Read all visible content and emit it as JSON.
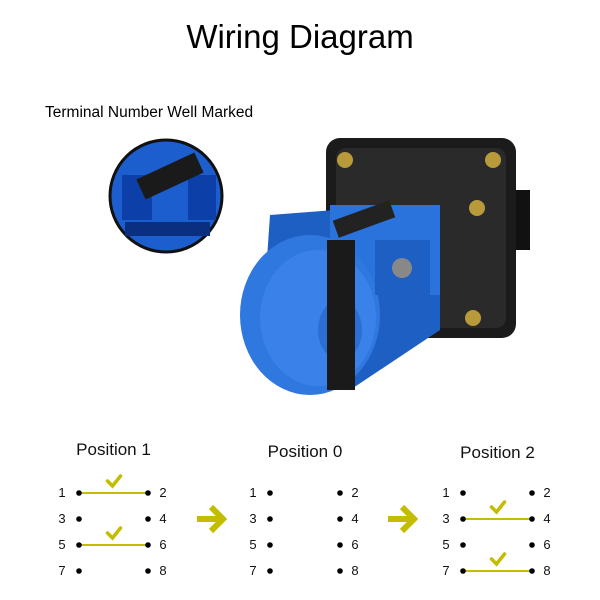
{
  "title": "Wiring Diagram",
  "subtitle": "Terminal Number Well Marked",
  "colors": {
    "accent": "#c4bc00",
    "switch_blue": "#2a6fd6",
    "housing": "#1a1a1a"
  },
  "terminal_labels": [
    "1",
    "2",
    "3",
    "4"
  ],
  "positions": [
    {
      "label": "Position 1",
      "connections": [
        [
          1,
          2
        ],
        [
          5,
          6
        ]
      ]
    },
    {
      "label": "Position 0",
      "connections": []
    },
    {
      "label": "Position 2",
      "connections": [
        [
          3,
          4
        ],
        [
          7,
          8
        ]
      ]
    }
  ],
  "terminals": [
    [
      "1",
      "2"
    ],
    [
      "3",
      "4"
    ],
    [
      "5",
      "6"
    ],
    [
      "7",
      "8"
    ]
  ],
  "arrow_icon": "right-arrow"
}
